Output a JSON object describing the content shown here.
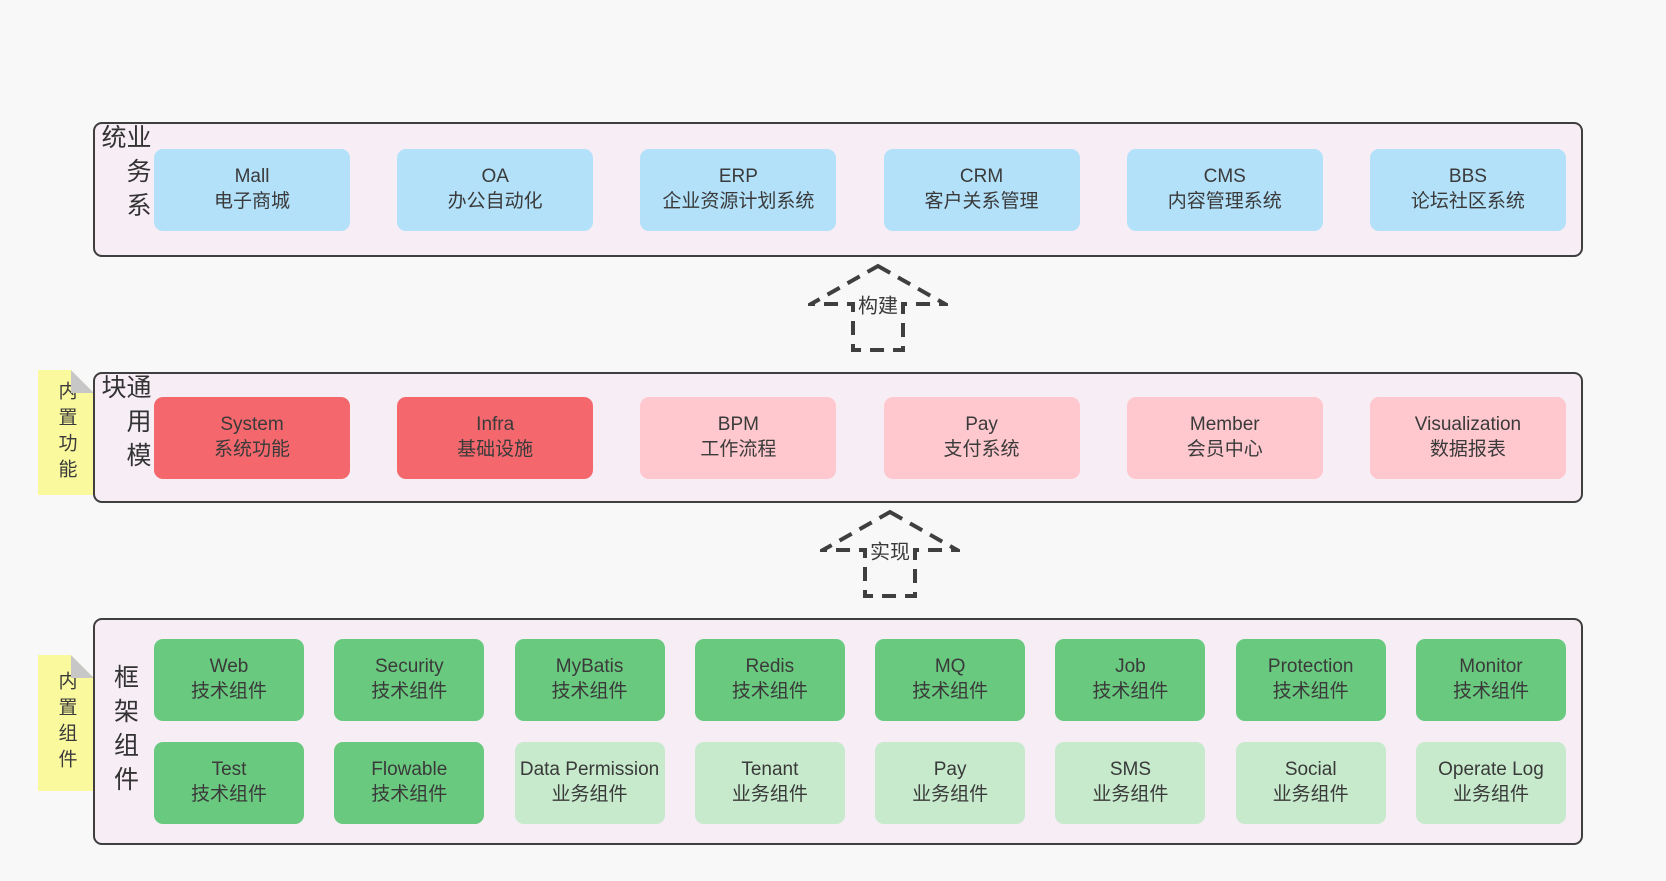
{
  "colors": {
    "page_bg": "#f8f8f8",
    "container_bg": "#f7edf5",
    "container_border": "#3f3f3f",
    "blue": "#b3e1fa",
    "red": "#f4686d",
    "pink": "#ffc8ce",
    "green": "#69c97f",
    "light_green": "#c6eacb",
    "note_yellow": "#fbf99e",
    "note_fold_gray": "#c7c7c7",
    "text": "#3a3a3a"
  },
  "arrows": [
    {
      "label": "构建"
    },
    {
      "label": "实现"
    }
  ],
  "sections": [
    {
      "label": "业务系统",
      "rows": [
        [
          {
            "title": "Mall",
            "subtitle": "电子商城",
            "variant": "blue"
          },
          {
            "title": "OA",
            "subtitle": "办公自动化",
            "variant": "blue"
          },
          {
            "title": "ERP",
            "subtitle": "企业资源计划系统",
            "variant": "blue"
          },
          {
            "title": "CRM",
            "subtitle": "客户关系管理",
            "variant": "blue"
          },
          {
            "title": "CMS",
            "subtitle": "内容管理系统",
            "variant": "blue"
          },
          {
            "title": "BBS",
            "subtitle": "论坛社区系统",
            "variant": "blue"
          }
        ]
      ]
    },
    {
      "label": "通用模块",
      "note": "内置功能",
      "rows": [
        [
          {
            "title": "System",
            "subtitle": "系统功能",
            "variant": "red"
          },
          {
            "title": "Infra",
            "subtitle": "基础设施",
            "variant": "red"
          },
          {
            "title": "BPM",
            "subtitle": "工作流程",
            "variant": "pink"
          },
          {
            "title": "Pay",
            "subtitle": "支付系统",
            "variant": "pink"
          },
          {
            "title": "Member",
            "subtitle": "会员中心",
            "variant": "pink"
          },
          {
            "title": "Visualization",
            "subtitle": "数据报表",
            "variant": "pink"
          }
        ]
      ]
    },
    {
      "label": "框架组件",
      "note": "内置组件",
      "rows": [
        [
          {
            "title": "Web",
            "subtitle": "技术组件",
            "variant": "green"
          },
          {
            "title": "Security",
            "subtitle": "技术组件",
            "variant": "green"
          },
          {
            "title": "MyBatis",
            "subtitle": "技术组件",
            "variant": "green"
          },
          {
            "title": "Redis",
            "subtitle": "技术组件",
            "variant": "green"
          },
          {
            "title": "MQ",
            "subtitle": "技术组件",
            "variant": "green"
          },
          {
            "title": "Job",
            "subtitle": "技术组件",
            "variant": "green"
          },
          {
            "title": "Protection",
            "subtitle": "技术组件",
            "variant": "green"
          },
          {
            "title": "Monitor",
            "subtitle": "技术组件",
            "variant": "green"
          }
        ],
        [
          {
            "title": "Test",
            "subtitle": "技术组件",
            "variant": "green"
          },
          {
            "title": "Flowable",
            "subtitle": "技术组件",
            "variant": "green"
          },
          {
            "title": "Data Permission",
            "subtitle": "业务组件",
            "variant": "lightgreen"
          },
          {
            "title": "Tenant",
            "subtitle": "业务组件",
            "variant": "lightgreen"
          },
          {
            "title": "Pay",
            "subtitle": "业务组件",
            "variant": "lightgreen"
          },
          {
            "title": "SMS",
            "subtitle": "业务组件",
            "variant": "lightgreen"
          },
          {
            "title": "Social",
            "subtitle": "业务组件",
            "variant": "lightgreen"
          },
          {
            "title": "Operate Log",
            "subtitle": "业务组件",
            "variant": "lightgreen"
          }
        ]
      ]
    }
  ]
}
